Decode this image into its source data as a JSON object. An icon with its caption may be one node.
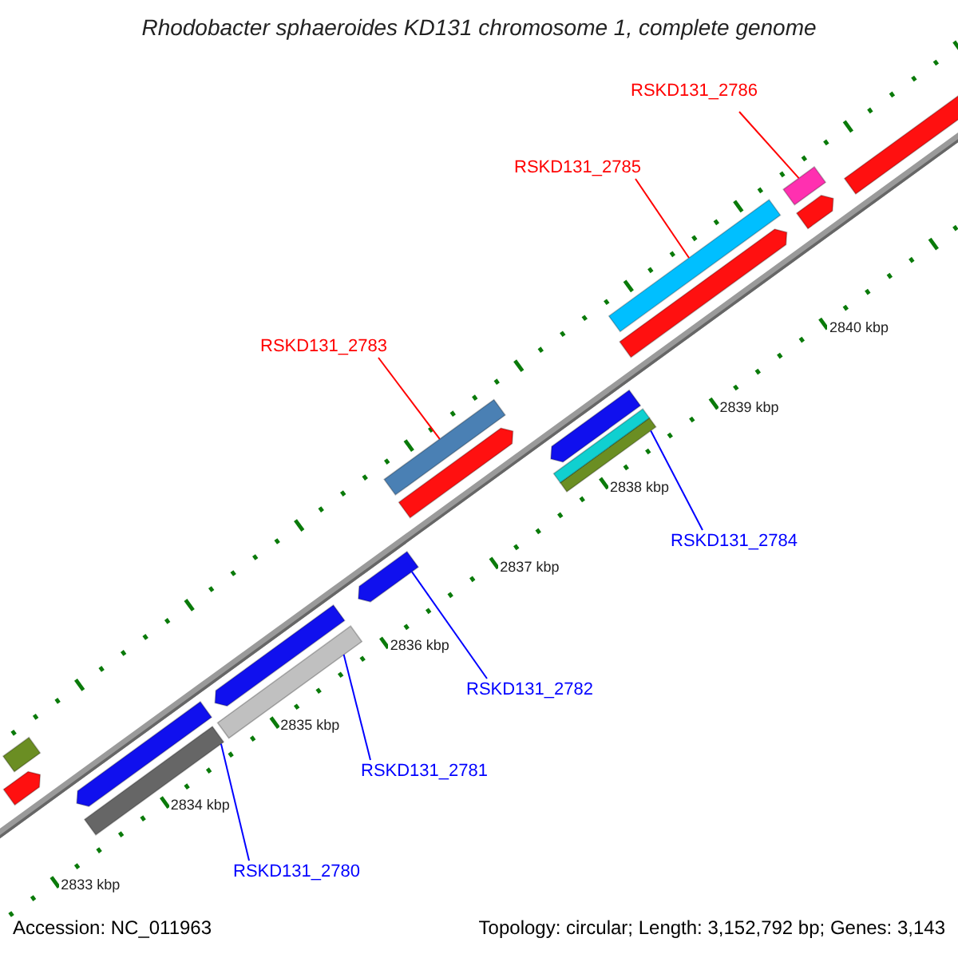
{
  "diagram": {
    "title": "Rhodobacter sphaeroides KD131 chromosome 1, complete genome",
    "nodes": [
      {
        "text": [
          "RSKD131_2786"
        ]
      },
      {
        "text": [],
        "shape": "bar"
      },
      {
        "text": [
          "RSKD131_2785"
        ]
      },
      {
        "text": [],
        "shape": "bar"
      },
      {
        "text": [
          "RSKD131_2783"
        ]
      },
      {
        "text": [],
        "shape": "bar"
      },
      {
        "text": [
          "RSKD131_2784"
        ]
      },
      {
        "text": [],
        "shape": "bar"
      },
      {
        "text": [
          "RSKD131_2782"
        ]
      },
      {
        "text": [],
        "shape": "bar"
      },
      {
        "text": [
          "RSKD131_2781"
        ]
      },
      {
        "text": [],
        "shape": "bar"
      },
      {
        "text": [
          "RSKD131_2780"
        ]
      },
      {
        "text": [],
        "shape": "bar"
      },
      {
        "text": [],
        "shape": "bar"
      },
      {
        "text": [],
        "shape": "bar"
      },
      {
        "text": [],
        "shape": "bar"
      },
      {
        "text": [],
        "shape": "bar"
      },
      {
        "text": [],
        "shape": "bar"
      },
      {
        "text": [],
        "shape": "bar"
      },
      {
        "text": [],
        "shape": "bar"
      },
      {
        "text": [],
        "shape": "bar"
      },
      {
        "text": [],
        "shape": "bar"
      },
      {
        "text": [],
        "shape": "bar"
      }
    ],
    "edges": [
      {
        "from": 0,
        "to": 1,
        "arrow": "none",
        "color": "#ff0000"
      },
      {
        "from": 2,
        "to": 3,
        "arrow": "none",
        "color": "#ff0000"
      },
      {
        "from": 4,
        "to": 5,
        "arrow": "none",
        "color": "#ff0000"
      },
      {
        "from": 6,
        "to": 7,
        "arrow": "none"
      },
      {
        "from": 8,
        "to": 9,
        "arrow": "none"
      },
      {
        "from": 10,
        "to": 11,
        "arrow": "none"
      },
      {
        "from": 12,
        "to": 13,
        "arrow": "none"
      }
    ],
    "labels": [
      "2833 kbp",
      "2834 kbp",
      "2835 kbp",
      "2836 kbp",
      "2837 kbp",
      "2838 kbp",
      "2839 kbp",
      "2840 kbp",
      "Accession: NC_011963",
      "Topology: circular; Length: 3,152,792 bp; Genes: 3,143"
    ]
  }
}
